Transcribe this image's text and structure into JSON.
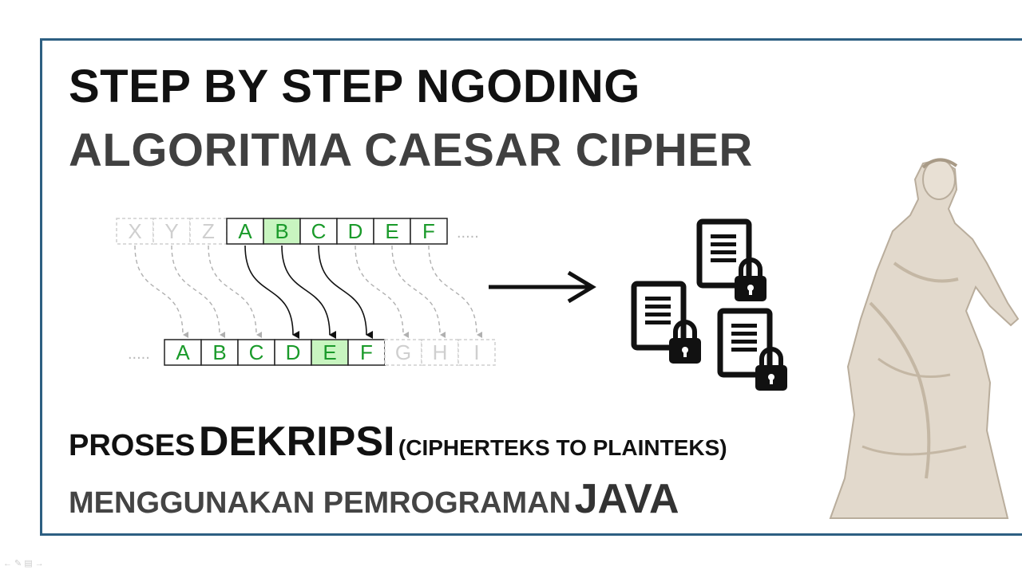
{
  "title": {
    "line1": "STEP BY STEP NGODING",
    "line2": "ALGORITMA CAESAR CIPHER"
  },
  "subtitle": {
    "line1_prefix": "PROSES",
    "line1_emph": "DEKRIPSI",
    "line1_suffix": "(CIPHERTEKS TO PLAINTEKS)",
    "line2_prefix": "MENGGUNAKAN PEMROGRAMAN",
    "line2_emph": "JAVA"
  },
  "diagram": {
    "top_row": [
      {
        "letter": "X",
        "state": "faded"
      },
      {
        "letter": "Y",
        "state": "faded"
      },
      {
        "letter": "Z",
        "state": "faded"
      },
      {
        "letter": "A",
        "state": "normal"
      },
      {
        "letter": "B",
        "state": "highlight"
      },
      {
        "letter": "C",
        "state": "normal"
      },
      {
        "letter": "D",
        "state": "normal"
      },
      {
        "letter": "E",
        "state": "normal"
      },
      {
        "letter": "F",
        "state": "normal"
      }
    ],
    "bottom_row": [
      {
        "letter": "A",
        "state": "normal"
      },
      {
        "letter": "B",
        "state": "normal"
      },
      {
        "letter": "C",
        "state": "normal"
      },
      {
        "letter": "D",
        "state": "normal"
      },
      {
        "letter": "E",
        "state": "highlight"
      },
      {
        "letter": "F",
        "state": "normal"
      },
      {
        "letter": "G",
        "state": "faded"
      },
      {
        "letter": "H",
        "state": "faded"
      },
      {
        "letter": "I",
        "state": "faded"
      }
    ],
    "ellipsis": "....."
  },
  "colors": {
    "frame": "#2d5f82",
    "letter_green": "#1a9a2a",
    "highlight_bg": "#c8f5c0",
    "faded": "#cfcfcf"
  },
  "icons": [
    "right-arrow-icon",
    "locked-document-icon",
    "caesar-statue-image"
  ]
}
